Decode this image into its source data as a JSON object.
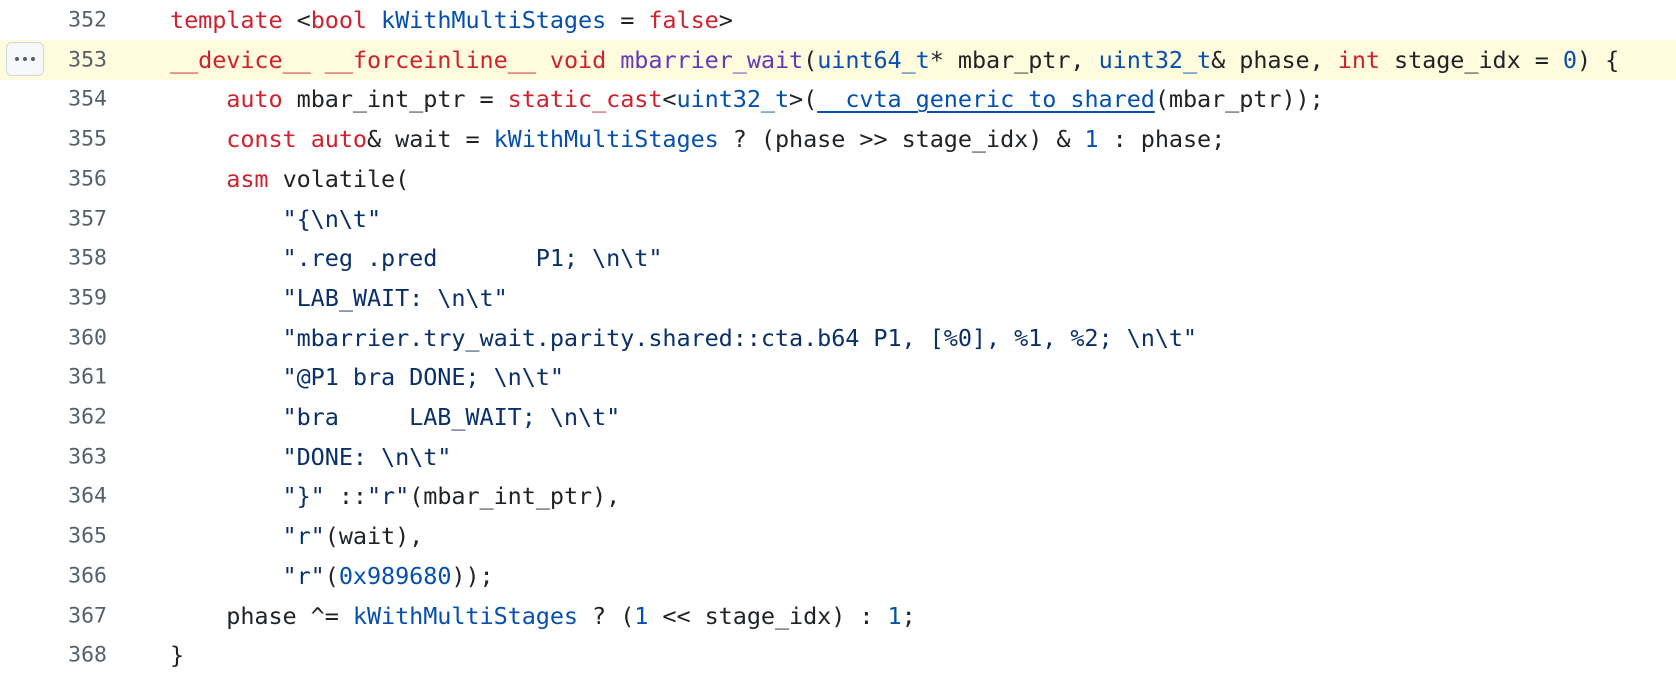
{
  "code": {
    "highlighted_line": 353,
    "lines": [
      {
        "number": "352",
        "text": "template <bool kWithMultiStages = false>"
      },
      {
        "number": "353",
        "text": "__device__ __forceinline__ void mbarrier_wait(uint64_t* mbar_ptr, uint32_t& phase, int stage_idx = 0) {"
      },
      {
        "number": "354",
        "text": "    auto mbar_int_ptr = static_cast<uint32_t>(__cvta_generic_to_shared(mbar_ptr));"
      },
      {
        "number": "355",
        "text": "    const auto& wait = kWithMultiStages ? (phase >> stage_idx) & 1 : phase;"
      },
      {
        "number": "356",
        "text": "    asm volatile("
      },
      {
        "number": "357",
        "text": "        \"{\\n\\t\""
      },
      {
        "number": "358",
        "text": "        \".reg .pred       P1; \\n\\t\""
      },
      {
        "number": "359",
        "text": "        \"LAB_WAIT: \\n\\t\""
      },
      {
        "number": "360",
        "text": "        \"mbarrier.try_wait.parity.shared::cta.b64 P1, [%0], %1, %2; \\n\\t\""
      },
      {
        "number": "361",
        "text": "        \"@P1 bra DONE; \\n\\t\""
      },
      {
        "number": "362",
        "text": "        \"bra     LAB_WAIT; \\n\\t\""
      },
      {
        "number": "363",
        "text": "        \"DONE: \\n\\t\""
      },
      {
        "number": "364",
        "text": "        \"}\" ::\"r\"(mbar_int_ptr),"
      },
      {
        "number": "365",
        "text": "        \"r\"(wait),"
      },
      {
        "number": "366",
        "text": "        \"r\"(0x989680));"
      },
      {
        "number": "367",
        "text": "    phase ^= kWithMultiStages ? (1 << stage_idx) : 1;"
      },
      {
        "number": "368",
        "text": "}"
      }
    ]
  },
  "colors": {
    "keyword": "#cf222e",
    "type": "#0550ae",
    "function": "#6639ba",
    "number": "#0550ae",
    "string": "#0a3069",
    "plain": "#1f2328",
    "line_number": "#57606a",
    "highlight_bg": "#fffbdd"
  },
  "icons": {
    "line_menu": "kebab-horizontal-icon"
  }
}
